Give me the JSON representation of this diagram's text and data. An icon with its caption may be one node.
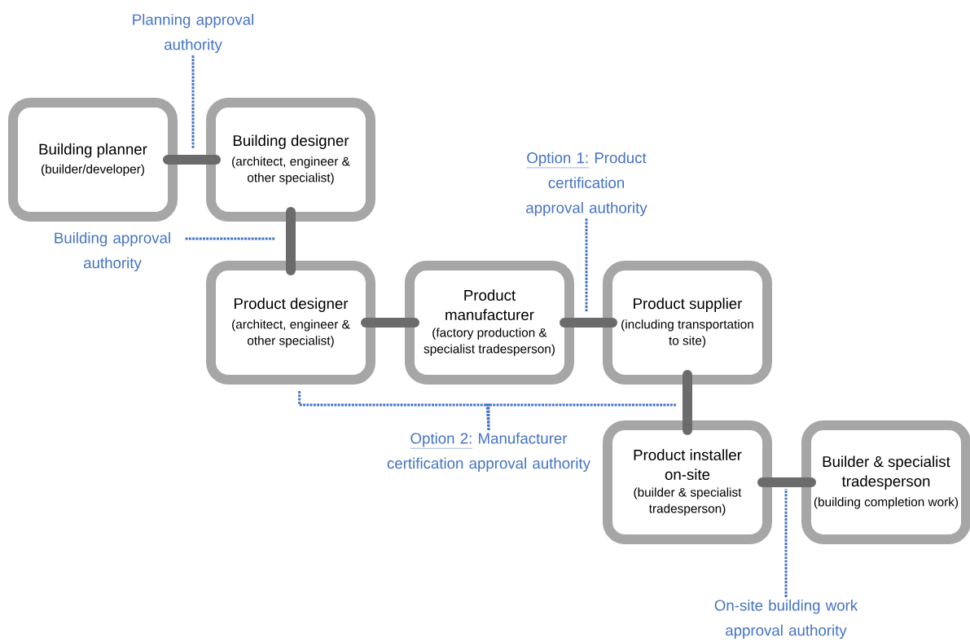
{
  "diagram": {
    "nodes": [
      {
        "text": [
          "Building planner",
          "(builder/developer)"
        ]
      },
      {
        "text": [
          "Building designer",
          "(architect, engineer & other specialist)"
        ]
      },
      {
        "text": [
          "Product designer",
          "(architect, engineer & other specialist)"
        ]
      },
      {
        "text": [
          "Product manufacturer",
          "(factory production & specialist tradesperson)"
        ]
      },
      {
        "text": [
          "Product supplier",
          "(including transportation to site)"
        ]
      },
      {
        "text": [
          "Product installer on-site",
          "(builder & specialist tradesperson)"
        ]
      },
      {
        "text": [
          "Builder & specialist tradesperson",
          "(building completion work)"
        ]
      },
      {
        "text": [
          "Planning approval authority"
        ]
      },
      {
        "text": [
          "Building approval authority"
        ]
      },
      {
        "text": [
          "Option 1:",
          "Product certification approval authority"
        ]
      },
      {
        "text": [
          "Option 2:",
          "Manufacturer certification approval authority"
        ]
      },
      {
        "text": [
          "On-site building work approval authority"
        ]
      }
    ],
    "edges": [
      {
        "from": 0,
        "to": 1,
        "arrow": "none",
        "style": "thick"
      },
      {
        "from": 1,
        "to": 2,
        "arrow": "none",
        "style": "thick"
      },
      {
        "from": 2,
        "to": 3,
        "arrow": "none",
        "style": "thick"
      },
      {
        "from": 3,
        "to": 4,
        "arrow": "none",
        "style": "thick"
      },
      {
        "from": 4,
        "to": 5,
        "arrow": "none",
        "style": "thick"
      },
      {
        "from": 5,
        "to": 6,
        "arrow": "none",
        "style": "thick"
      },
      {
        "from": 7,
        "to": null,
        "arrow": "none",
        "style": "dashed",
        "color": "#4472c4"
      },
      {
        "from": 8,
        "to": null,
        "arrow": "none",
        "style": "dashed",
        "color": "#4472c4"
      },
      {
        "from": 9,
        "to": null,
        "arrow": "none",
        "style": "dashed",
        "color": "#4472c4"
      },
      {
        "from": 10,
        "to": 2,
        "arrow": "none",
        "style": "dashed",
        "color": "#4472c4"
      },
      {
        "from": 10,
        "to": null,
        "arrow": "none",
        "style": "dashed",
        "color": "#4472c4"
      },
      {
        "from": 11,
        "to": null,
        "arrow": "none",
        "style": "dashed",
        "color": "#4472c4"
      }
    ]
  }
}
